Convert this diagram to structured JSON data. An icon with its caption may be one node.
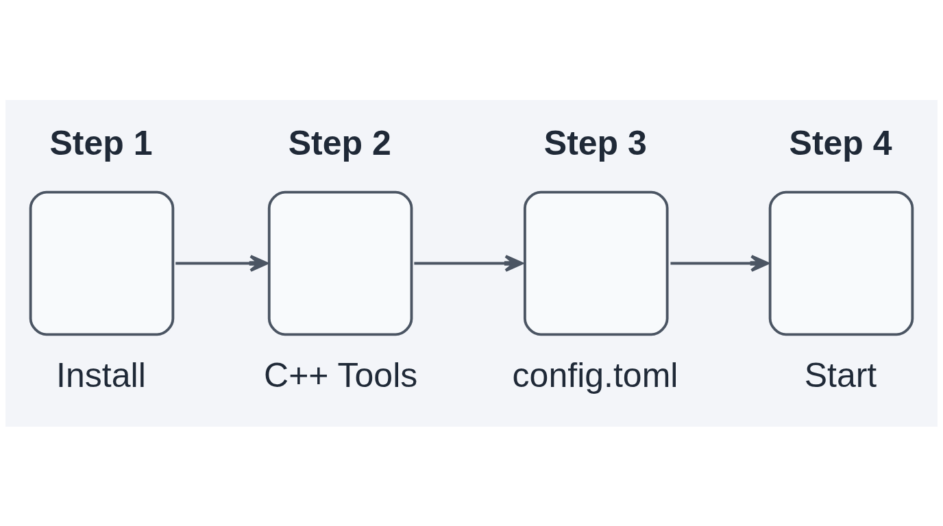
{
  "diagram": {
    "nodes": [
      {
        "text": [
          "Step 1",
          "Install"
        ]
      },
      {
        "text": [
          "Step 2",
          "C++ Tools"
        ]
      },
      {
        "text": [
          "Step 3",
          "config.toml"
        ]
      },
      {
        "text": [
          "Step 4",
          "Start"
        ]
      }
    ],
    "edges": [
      {
        "from": 0,
        "to": 1,
        "arrow": "to"
      },
      {
        "from": 1,
        "to": 2,
        "arrow": "to"
      },
      {
        "from": 2,
        "to": 3,
        "arrow": "to"
      }
    ]
  }
}
